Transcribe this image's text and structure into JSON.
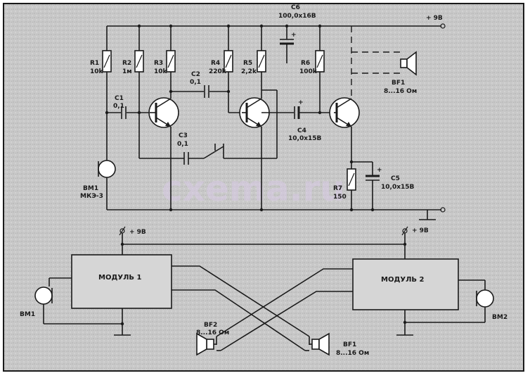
{
  "colors": {
    "background": "#c9c9c9",
    "ink": "#1a1a1a",
    "watermark": "#d9cbe6"
  },
  "watermark": "cxema.ru",
  "circuit": {
    "supply_label": "+ 9В",
    "R1": {
      "name": "R1",
      "value": "10k"
    },
    "R2": {
      "name": "R2",
      "value": "1м"
    },
    "R3": {
      "name": "R3",
      "value": "10k"
    },
    "R4": {
      "name": "R4",
      "value": "220k"
    },
    "R5": {
      "name": "R5",
      "value": "2,2k"
    },
    "R6": {
      "name": "R6",
      "value": "100k"
    },
    "R7": {
      "name": "R7",
      "value": "150"
    },
    "C1": {
      "name": "C1",
      "value": "0,1"
    },
    "C2": {
      "name": "C2",
      "value": "0,1"
    },
    "C3": {
      "name": "C3",
      "value": "0,1"
    },
    "C4": {
      "name": "C4",
      "value": "10,0х15В"
    },
    "C5": {
      "name": "C5",
      "value": "10,0х15В"
    },
    "C6": {
      "name": "C6",
      "value": "100,0х16В"
    },
    "BM1": {
      "name": "ВМ1",
      "value": "МКЭ-3"
    },
    "BF1": {
      "name": "BF1",
      "value": "8...16 Ом"
    }
  },
  "system": {
    "supply_left": "+ 9В",
    "supply_right": "+ 9В",
    "module1": "МОДУЛЬ 1",
    "module2": "МОДУЛЬ 2",
    "mic_left": "ВМ1",
    "mic_right": "ВМ2",
    "speaker_left": {
      "name": "BF2",
      "value": "8...16 Ом"
    },
    "speaker_right": {
      "name": "BF1",
      "value": "8...16 Ом"
    }
  }
}
